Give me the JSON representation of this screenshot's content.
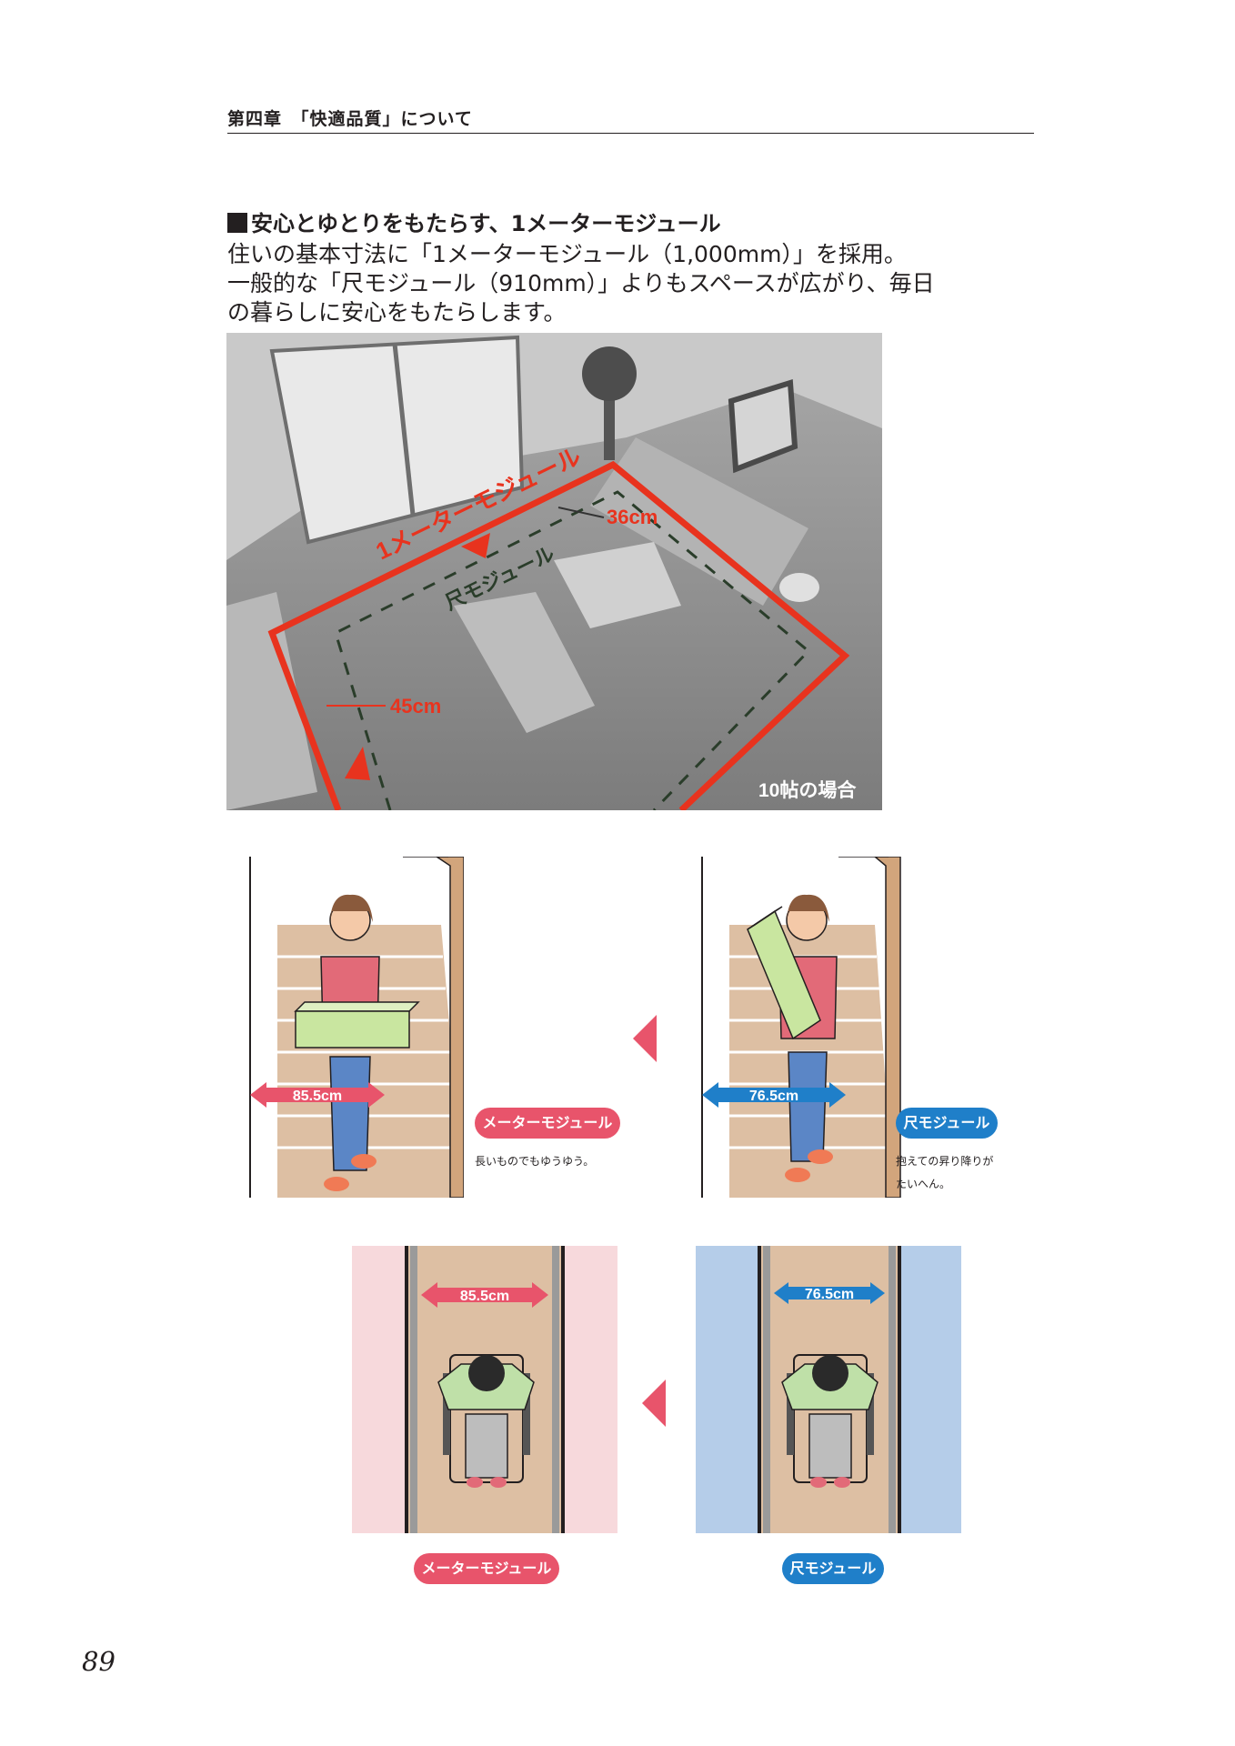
{
  "header": {
    "chapter": "第四章　「快適品質」について"
  },
  "intro": {
    "title": "安心とゆとりをもたらす、1メーターモジュール",
    "lines": [
      "住いの基本寸法に「1メーターモジュール（1,000mm）」を採用。",
      "一般的な「尺モジュール（910mm）」よりもスペースが広がり、毎日",
      "の暮らしに安心をもたらします。"
    ]
  },
  "room": {
    "meter_label": "1メーターモジュール",
    "shaku_label": "尺モジュール",
    "dim_top": "36cm",
    "dim_left": "45cm",
    "caption": "10帖の場合"
  },
  "stairs": {
    "meter_width": "85.5cm",
    "shaku_width": "76.5cm",
    "meter_label": "メーターモジュール",
    "shaku_label": "尺モジュール",
    "meter_caption": "長いものでもゆうゆう。",
    "shaku_caption_1": "抱えての昇り降りが",
    "shaku_caption_2": "たいへん。"
  },
  "corridor": {
    "meter_width": "85.5cm",
    "shaku_width": "76.5cm",
    "meter_label": "メーターモジュール",
    "shaku_label": "尺モジュール"
  },
  "page_number": "89",
  "colors": {
    "accent_red": "#e8331e",
    "pill_red": "#e8546b",
    "pill_blue": "#1f7fc9",
    "box_green": "#c9e6a0",
    "floor_tan": "#ddbfa3",
    "wall_pink": "#f7d9dc",
    "wall_blue": "#b5cde9"
  }
}
